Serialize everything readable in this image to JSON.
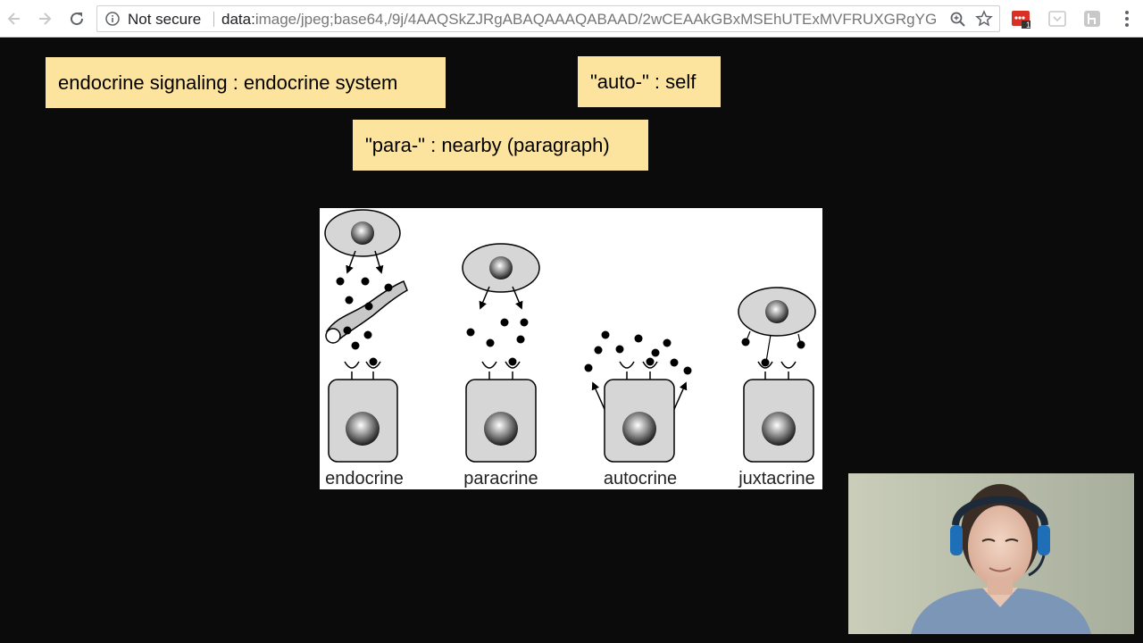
{
  "browser": {
    "security_label": "Not secure",
    "url_scheme": "data:",
    "url_rest": "image/jpeg;base64,/9j/4AAQSkZJRgABAQAAAQABAAD/2wCEAAkGBxMSEhUTExMVFRUXGRgYGR...",
    "extension_badge": "1",
    "icons": [
      "back-arrow-icon",
      "forward-arrow-icon",
      "reload-icon",
      "info-icon",
      "zoom-icon",
      "star-icon",
      "kebab-menu-icon"
    ]
  },
  "slide": {
    "labels": [
      "endocrine signaling : endocrine system",
      "\"auto-\" : self",
      "\"para-\" : nearby (paragraph)"
    ],
    "figure_labels": [
      "endocrine",
      "paracrine",
      "autocrine",
      "juxtacrine"
    ]
  },
  "colors": {
    "background": "#0b0b0b",
    "label_bg": "#fde49e",
    "extension_red": "#d93025"
  }
}
